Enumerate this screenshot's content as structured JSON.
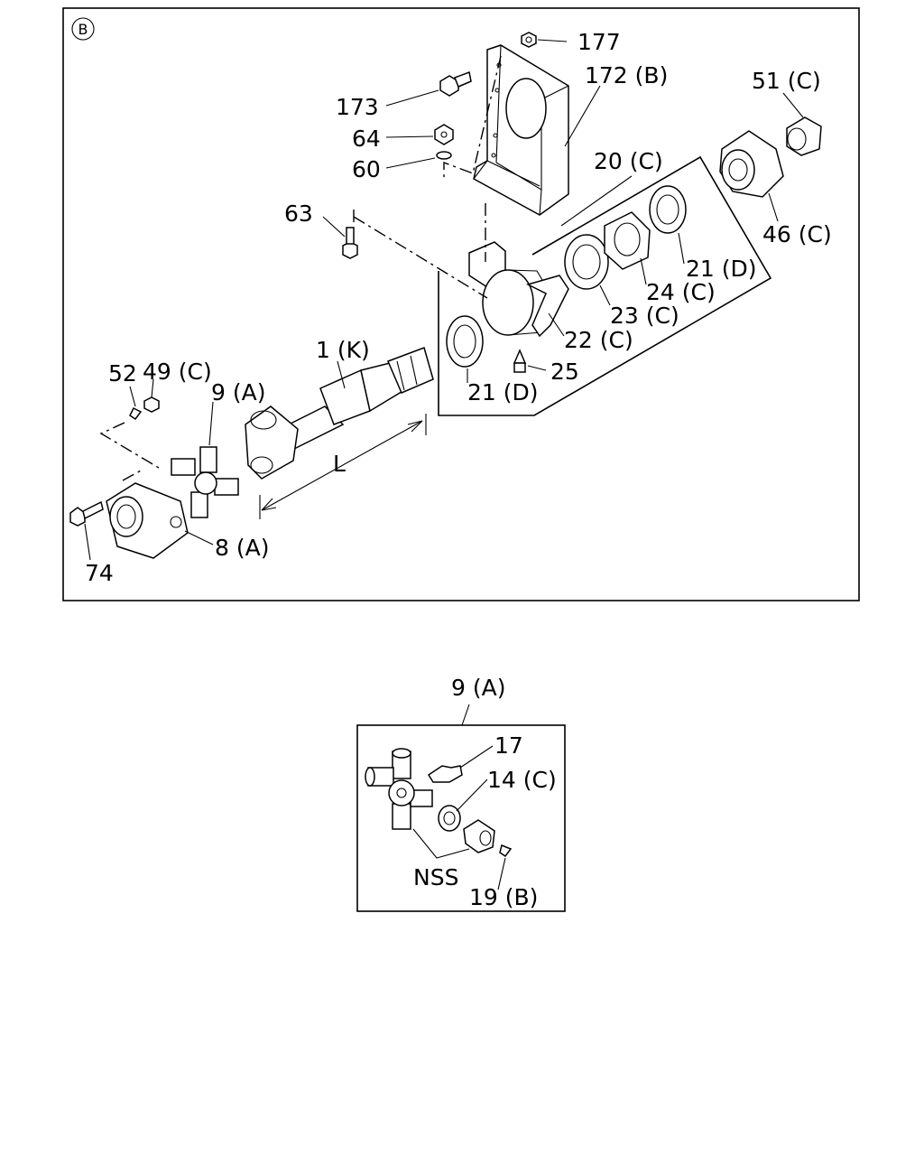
{
  "diagram": {
    "section_marker": "B",
    "dimension_label": "L",
    "callouts": [
      {
        "id": "177",
        "text": "177"
      },
      {
        "id": "173",
        "text": "173"
      },
      {
        "id": "172",
        "text": "172 (B)"
      },
      {
        "id": "51",
        "text": "51 (C)"
      },
      {
        "id": "64",
        "text": "64"
      },
      {
        "id": "60",
        "text": "60"
      },
      {
        "id": "20",
        "text": "20 (C)"
      },
      {
        "id": "63",
        "text": "63"
      },
      {
        "id": "46",
        "text": "46 (C)"
      },
      {
        "id": "21d-right",
        "text": "21 (D)"
      },
      {
        "id": "24",
        "text": "24 (C)"
      },
      {
        "id": "23",
        "text": "23 (C)"
      },
      {
        "id": "22",
        "text": "22 (C)"
      },
      {
        "id": "1",
        "text": "1 (K)"
      },
      {
        "id": "49",
        "text": "49 (C)"
      },
      {
        "id": "25",
        "text": "25"
      },
      {
        "id": "52",
        "text": "52"
      },
      {
        "id": "9a",
        "text": "9 (A)"
      },
      {
        "id": "21d-left",
        "text": "21 (D)"
      },
      {
        "id": "8a",
        "text": "8 (A)"
      },
      {
        "id": "74",
        "text": "74"
      }
    ]
  },
  "inset": {
    "title": "9 (A)",
    "callouts": [
      {
        "id": "17",
        "text": "17"
      },
      {
        "id": "14",
        "text": "14 (C)"
      },
      {
        "id": "nss",
        "text": "NSS"
      },
      {
        "id": "19",
        "text": "19 (B)"
      }
    ]
  }
}
